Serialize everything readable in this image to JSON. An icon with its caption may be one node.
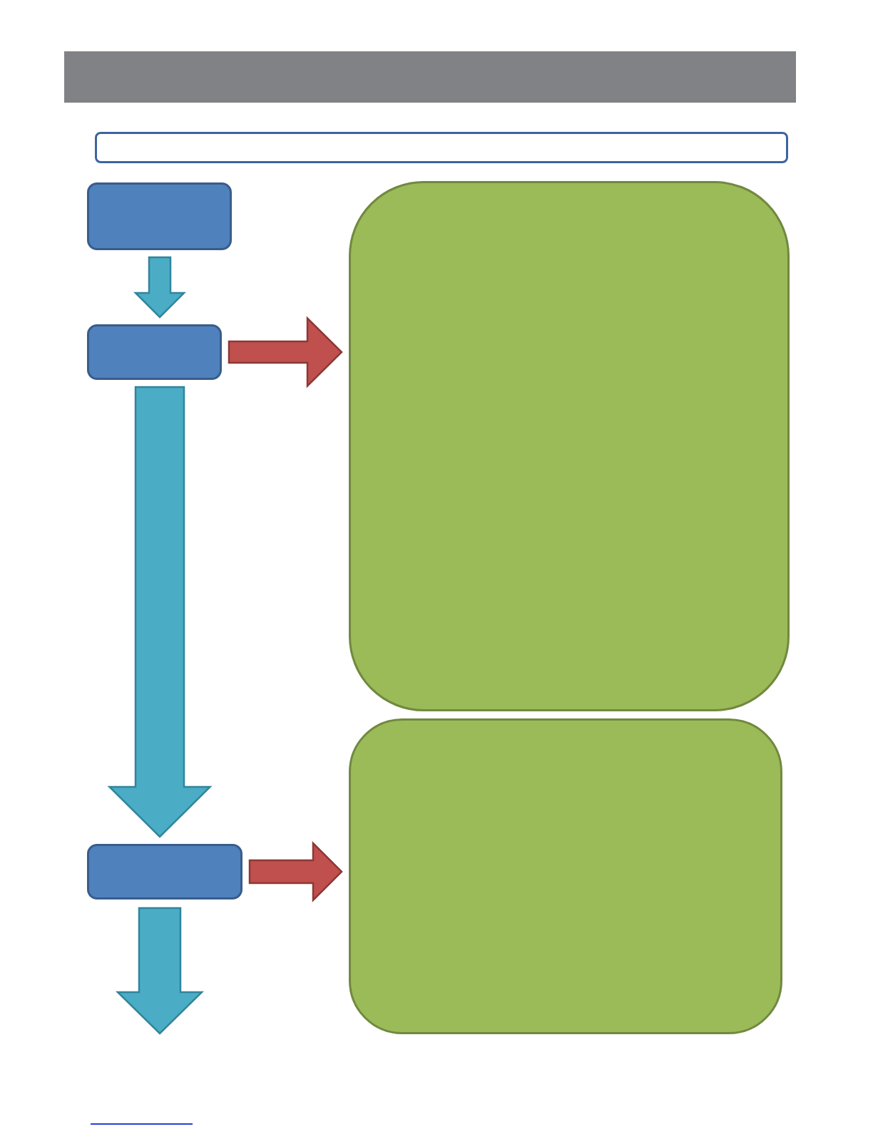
{
  "diagram": {
    "nodes": [
      {
        "text": [],
        "shape": "box"
      },
      {
        "text": [],
        "shape": "box"
      },
      {
        "text": [],
        "shape": "box"
      },
      {
        "text": [],
        "shape": "box"
      },
      {
        "text": [],
        "shape": "box"
      },
      {
        "text": [],
        "shape": "box"
      }
    ],
    "edges": [
      {
        "from": 1,
        "to": 3,
        "arrow": "to"
      },
      {
        "from": 3,
        "to": 2,
        "arrow": "to",
        "color": "#c0504d"
      },
      {
        "from": 3,
        "to": 4,
        "arrow": "to"
      },
      {
        "from": 4,
        "to": 5,
        "arrow": "to",
        "color": "#c0504d"
      },
      {
        "from": 4,
        "to": null,
        "arrow": "to"
      }
    ]
  }
}
